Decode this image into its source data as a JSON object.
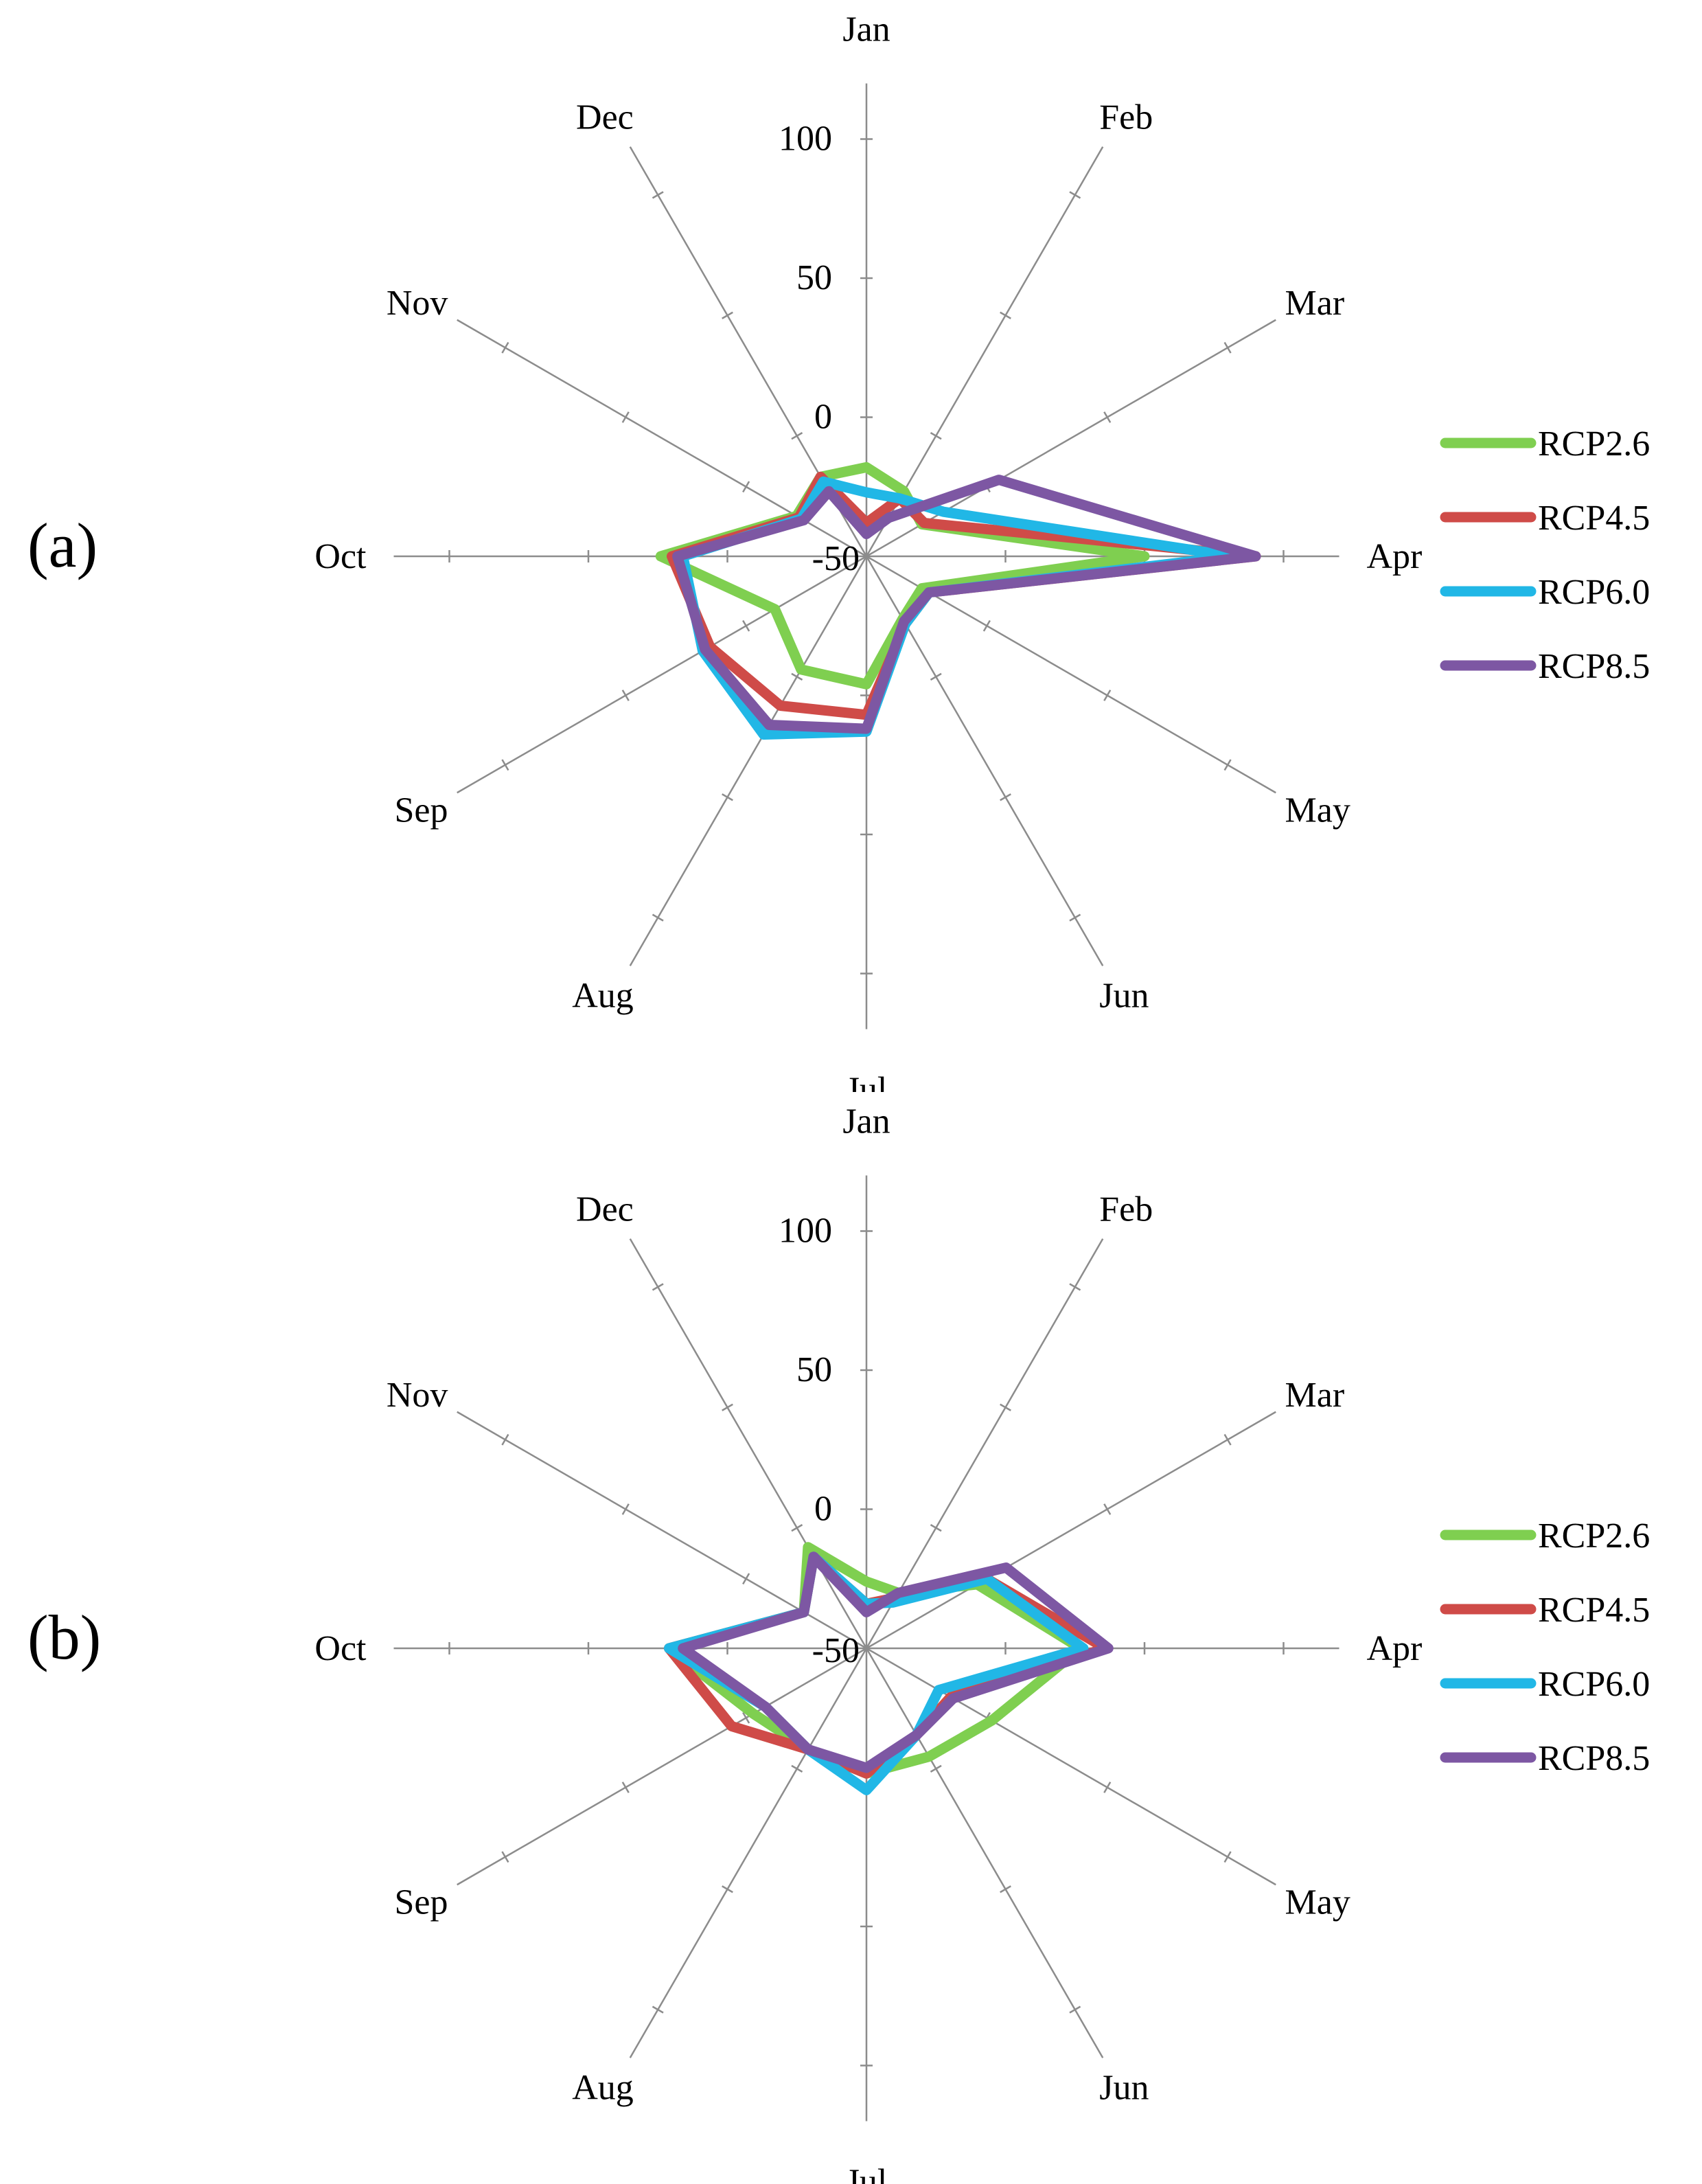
{
  "chart_data": [
    {
      "panel_label": "(a)",
      "type": "radar",
      "categories": [
        "Jan",
        "Feb",
        "Mar",
        "Apr",
        "May",
        "Jun",
        "Jul",
        "Aug",
        "Sep",
        "Oct",
        "Nov",
        "Dec"
      ],
      "ring_labels": [
        "100",
        "50",
        "0",
        "-50"
      ],
      "rlim": [
        -50,
        120
      ],
      "tick_values": [
        -50,
        0,
        50,
        100
      ],
      "grid": false,
      "legend_position": "right",
      "series": [
        {
          "name": "RCP2.6",
          "color": "#7fcf50",
          "values": [
            -18,
            -23,
            -27,
            50,
            -27,
            -24,
            -4,
            -3,
            -12,
            24,
            -21,
            -17
          ]
        },
        {
          "name": "RCP4.5",
          "color": "#cf4b48",
          "values": [
            -38,
            -26,
            -26,
            90,
            -24,
            -22,
            7,
            12,
            15,
            20,
            -22,
            -17
          ]
        },
        {
          "name": "RCP6.0",
          "color": "#21b7e6",
          "values": [
            -27,
            -26,
            -18,
            82,
            -24,
            -22,
            13,
            24,
            18,
            16,
            -23,
            -19
          ]
        },
        {
          "name": "RCP8.5",
          "color": "#7d57a3",
          "values": [
            -42,
            -34,
            5,
            90,
            -24,
            -23,
            12,
            20,
            17,
            18,
            -24,
            -23
          ]
        }
      ]
    },
    {
      "panel_label": "(b)",
      "type": "radar",
      "categories": [
        "Jan",
        "Feb",
        "Mar",
        "Apr",
        "May",
        "Jun",
        "Jul",
        "Aug",
        "Sep",
        "Oct",
        "Nov",
        "Dec"
      ],
      "ring_labels": [
        "100",
        "50",
        "0",
        "-50"
      ],
      "rlim": [
        -50,
        120
      ],
      "tick_values": [
        -50,
        0,
        50,
        100
      ],
      "grid": false,
      "legend_position": "right",
      "series": [
        {
          "name": "RCP2.6",
          "color": "#7fcf50",
          "values": [
            -26,
            -27,
            -4,
            27,
            2,
            -5,
            -5,
            -8,
            -3,
            21,
            -24,
            -8
          ]
        },
        {
          "name": "RCP4.5",
          "color": "#cf4b48",
          "values": [
            -34,
            -29,
            0,
            36,
            -15,
            -14,
            -5,
            -8,
            6,
            21,
            -24,
            -12
          ]
        },
        {
          "name": "RCP6.0",
          "color": "#21b7e6",
          "values": [
            -34,
            -31,
            0,
            28,
            -20,
            -14,
            1,
            -8,
            -8,
            21,
            -24,
            -12
          ]
        },
        {
          "name": "RCP8.5",
          "color": "#7d57a3",
          "values": [
            -37,
            -27,
            8,
            37,
            -14,
            -14,
            -7,
            -8,
            -8,
            16,
            -24,
            -12
          ]
        }
      ]
    }
  ]
}
